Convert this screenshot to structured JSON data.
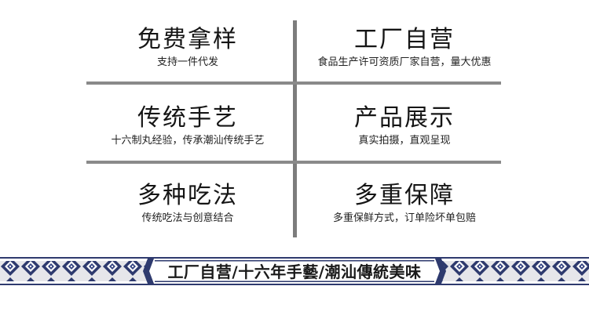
{
  "features": {
    "free_sample": {
      "title": "免费拿样",
      "subtitle": "支持一件代发"
    },
    "factory_direct": {
      "title": "工厂自营",
      "subtitle": "食品生产许可资质厂家自营，量大优惠"
    },
    "traditional_craft": {
      "title": "传统手艺",
      "subtitle": "十六制丸经验，传承潮汕传统手艺"
    },
    "product_display": {
      "title": "产品展示",
      "subtitle": "真实拍摄，直观呈现"
    },
    "ways_to_eat": {
      "title": "多种吃法",
      "subtitle": "传统吃法与创意结合"
    },
    "guarantee": {
      "title": "多重保障",
      "subtitle": "多重保鲜方式，订单险坏单包赔"
    }
  },
  "banner": {
    "text": "工厂自营/十六年手藝/潮汕傳統美味"
  },
  "colors": {
    "divider": "#7c7c7c",
    "pattern_dark": "#2e3a6e",
    "pattern_light": "#d8d8d8"
  }
}
